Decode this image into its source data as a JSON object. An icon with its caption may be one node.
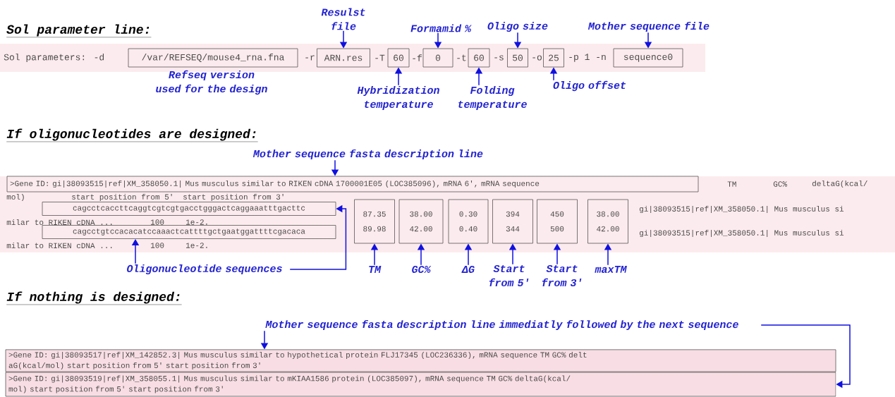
{
  "diagram": {
    "nodes": [
      {
        "text": [
          "/var/REFSEQ/mouse4_rna.fna"
        ],
        "beside": [
          "Refseq version used for the design"
        ]
      },
      {
        "text": [
          "ARN.res"
        ]
      },
      {
        "text": [
          "60"
        ]
      },
      {
        "text": [
          "0"
        ]
      },
      {
        "text": [
          "60"
        ]
      },
      {
        "text": [
          "50"
        ]
      },
      {
        "text": [
          "25"
        ]
      },
      {
        "text": [
          "sequence0"
        ]
      },
      {
        "text": [
          "Resulst file"
        ]
      },
      {
        "text": [
          "Formamid %"
        ]
      },
      {
        "text": [
          "Oligo size"
        ]
      },
      {
        "text": [
          "Mother sequence file"
        ]
      },
      {
        "text": [
          "Hybridization temperature"
        ]
      },
      {
        "text": [
          "Folding temperature"
        ]
      },
      {
        "text": [
          "Oligo offset"
        ]
      },
      {
        "text": [
          "Mother sequence fasta description line"
        ]
      },
      {
        "text": [
          ">Gene ID: gi|38093515|ref|XM_358050.1| Mus musculus similar to RIKEN cDNA 1700001E05 (LOC385096), mRNA 6', mRNA sequence"
        ]
      },
      {
        "text": [
          "cagcctcaccttcaggtcgtcgtgacctgggactcaggaaatttgacttc"
        ]
      },
      {
        "text": [
          "cagcctgtccacacatccaaactcattttgctgaatggattttcgacaca"
        ]
      },
      {
        "text": [
          "87.35",
          "89.98"
        ]
      },
      {
        "text": [
          "38.00",
          "42.00"
        ]
      },
      {
        "text": [
          "0.30",
          "0.40"
        ]
      },
      {
        "text": [
          "394",
          "344"
        ]
      },
      {
        "text": [
          "450",
          "500"
        ]
      },
      {
        "text": [
          "38.00",
          "42.00"
        ]
      },
      {
        "text": [
          "Oligonucleotide sequences"
        ]
      },
      {
        "text": [
          "TM"
        ]
      },
      {
        "text": [
          "GC%"
        ]
      },
      {
        "text": [
          "ΔG"
        ]
      },
      {
        "text": [
          "Start from 5'"
        ]
      },
      {
        "text": [
          "Start from 3'"
        ]
      },
      {
        "text": [
          "maxTM"
        ]
      },
      {
        "text": [
          "Mother sequence fasta description line immediatly followed by the next sequence"
        ]
      },
      {
        "text": [
          ">Gene ID: gi|38093517|ref|XM_142852.3| Mus musculus similar to hypothetical protein FLJ17345 (LOC236336), mRNA sequence TM GC% delt",
          "aG(kcal/mol) start position from 5' start position from 3'"
        ]
      },
      {
        "text": [
          ">Gene ID: gi|38093519|ref|XM_358055.1| Mus musculus similar to mKIAA1586 protein (LOC385097), mRNA sequence TM GC% deltaG(kcal/",
          "mol) start position from 5' start position from 3'"
        ]
      }
    ],
    "edges": [
      {
        "from": 8,
        "to": 1,
        "arrow": "to"
      },
      {
        "from": 9,
        "to": 3,
        "arrow": "to"
      },
      {
        "from": 10,
        "to": 5,
        "arrow": "to"
      },
      {
        "from": 11,
        "to": 7,
        "arrow": "to"
      },
      {
        "from": 12,
        "to": 2,
        "arrow": "to"
      },
      {
        "from": 13,
        "to": 4,
        "arrow": "to"
      },
      {
        "from": 14,
        "to": 6,
        "arrow": "to"
      },
      {
        "from": 15,
        "to": 16,
        "arrow": "to"
      },
      {
        "from": 25,
        "to": 18,
        "arrow": "to"
      },
      {
        "from": 25,
        "to": 17,
        "arrow": "to"
      },
      {
        "from": 26,
        "to": 19,
        "arrow": "to"
      },
      {
        "from": 27,
        "to": 20,
        "arrow": "to"
      },
      {
        "from": 28,
        "to": 21,
        "arrow": "to"
      },
      {
        "from": 29,
        "to": 22,
        "arrow": "to"
      },
      {
        "from": 30,
        "to": 23,
        "arrow": "to"
      },
      {
        "from": 31,
        "to": 24,
        "arrow": "to"
      },
      {
        "from": 32,
        "to": 33,
        "arrow": "to"
      },
      {
        "from": 32,
        "to": 34,
        "arrow": "to"
      }
    ],
    "labels": [
      "Sol parameter line:",
      "Sol parameters: -d",
      "-r",
      "-T",
      "-f",
      "-t",
      "-s",
      "-o",
      "-p 1 -n",
      "If oligonucleotides are designed:",
      "TM",
      "GC%",
      "deltaG(kcal/",
      "mol)",
      "start position from 5'",
      "start position from 3'",
      "gi|38093515|ref|XM_358050.1| Mus musculus si",
      "milar to RIKEN cDNA ...",
      "100",
      "1e-2.",
      "gi|38093515|ref|XM_358050.1| Mus musculus si",
      "milar to RIKEN cDNA ...",
      "100",
      "1e-2.",
      "If nothing is designed:"
    ]
  }
}
